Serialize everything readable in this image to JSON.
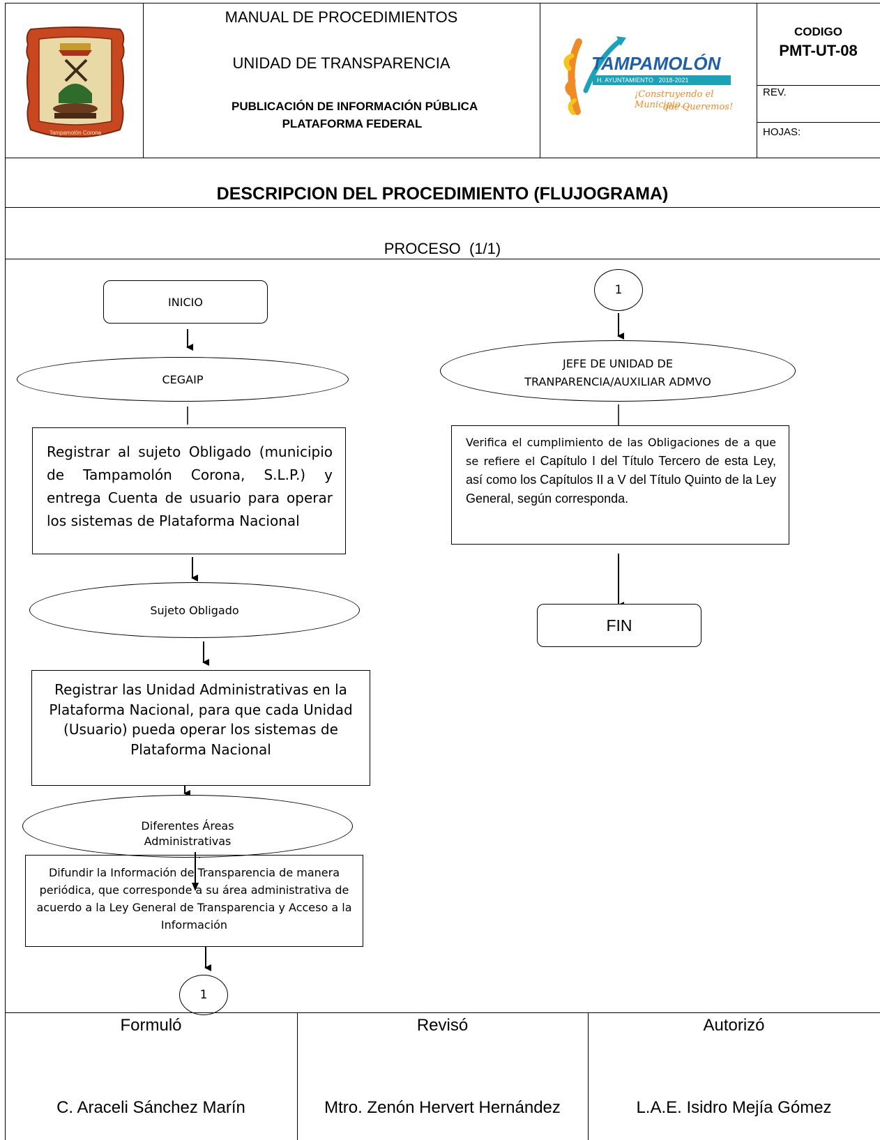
{
  "header": {
    "title_line1": "MANUAL DE PROCEDIMIENTOS",
    "title_line2": "UNIDAD DE TRANSPARENCIA",
    "title_line3": "PUBLICACIÓN DE INFORMACIÓN PÚBLICA",
    "title_line4": "PLATAFORMA FEDERAL",
    "code_label": "CODIGO",
    "code_value": "PMT-UT-08",
    "rev_label": "REV.",
    "sheets_label": "HOJAS:",
    "seal_text": "Tampamolón Corona",
    "logo": {
      "name": "TAMPAMOLÓN",
      "sub": "H. AYUNTAMIENTO   2018-2021",
      "slogan1": "¡Construyendo el Municipio...",
      "slogan2": "que Queremos!",
      "colors": {
        "blue": "#1f5fa8",
        "teal": "#1aa3b8",
        "orange": "#f08a24",
        "yellow": "#f5c518"
      }
    }
  },
  "section_title": "DESCRIPCION DEL PROCEDIMIENTO (FLUJOGRAMA)",
  "process_label": "PROCESO  (1/1)",
  "flow": {
    "start": "INICIO",
    "actor1": "CEGAIP",
    "step1": "Registrar al sujeto Obligado (municipio de Tampamolón Corona, S.L.P.) y entrega Cuenta de usuario para operar los sistemas de Plataforma Nacional",
    "actor2": "Sujeto Obligado",
    "step2": "Registrar las Unidad Administrativas en la Plataforma Nacional, para que cada Unidad (Usuario) pueda operar los sistemas de Plataforma Nacional",
    "actor3_line1": "Diferentes Áreas",
    "actor3_line2": "Administrativas",
    "step3": "Difundir la Información de Transparencia de manera periódica,  que corresponde a su área administrativa de acuerdo a la Ley General de Transparencia y Acceso a la Información",
    "connector_out": "1",
    "connector_in": "1",
    "actor4_line1": "JEFE DE UNIDAD DE",
    "actor4_line2": "TRANPARENCIA/AUXILIAR ADMVO",
    "step4_part1": "Verifica el cumplimiento de las Obligaciones de a que se refiere el",
    "step4_part2": "Capítulo I del Título Tercero de esta Ley, así como los Capítulos II a V del Título Quinto de la Ley General, según corresponda.",
    "end": "FIN"
  },
  "footer": {
    "formulo_label": "Formuló",
    "reviso_label": "Revisó",
    "autorizo_label": "Autorizó",
    "formulo_name": "C. Araceli Sánchez Marín",
    "reviso_name": "Mtro. Zenón Hervert Hernández",
    "autorizo_name": "L.A.E. Isidro Mejía Gómez"
  }
}
